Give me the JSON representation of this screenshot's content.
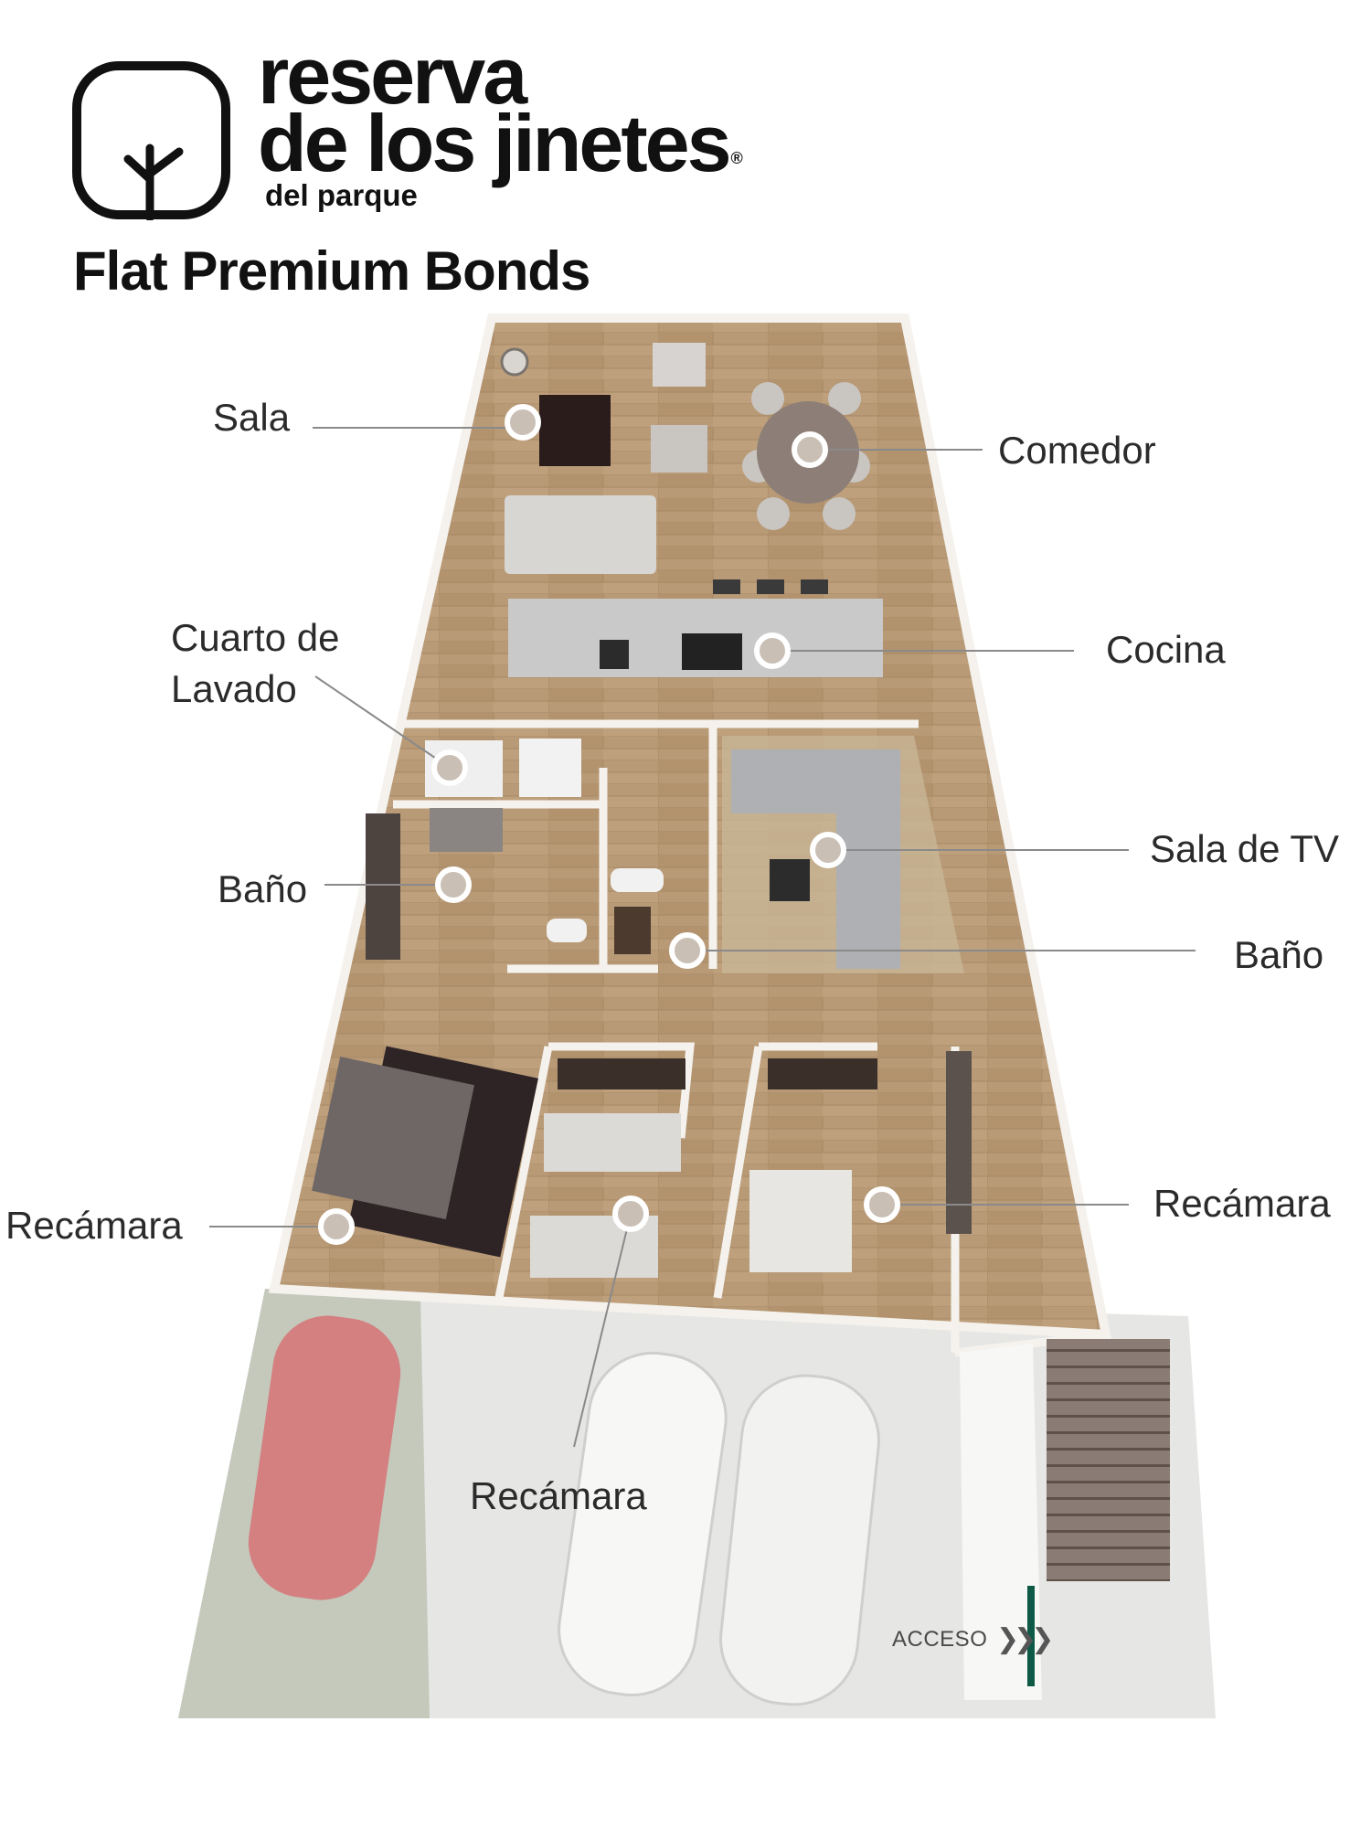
{
  "brand": {
    "line1": "reserva",
    "line2": "de los jinetes",
    "registered": "®",
    "line3": "del parque",
    "logo_icon": "tree-sprout-icon"
  },
  "unit": {
    "title": "Flat Premium Bonds"
  },
  "rooms": {
    "sala": "Sala",
    "comedor": "Comedor",
    "cocina": "Cocina",
    "lavado_line1": "Cuarto de",
    "lavado_line2": "Lavado",
    "sala_tv": "Sala de TV",
    "bano_left": "Baño",
    "bano_right": "Baño",
    "recamara_left": "Recámara",
    "recamara_center": "Recámara",
    "recamara_right": "Recámara"
  },
  "access": {
    "label": "ACCESO",
    "arrow": "❯❯❯"
  },
  "colors": {
    "wood_floor": "#b89a76",
    "wall": "#f5f2ee",
    "accent_green": "#0f5a47",
    "marker_fill": "#c9bfb5",
    "leader_line": "#8a8a8a"
  }
}
